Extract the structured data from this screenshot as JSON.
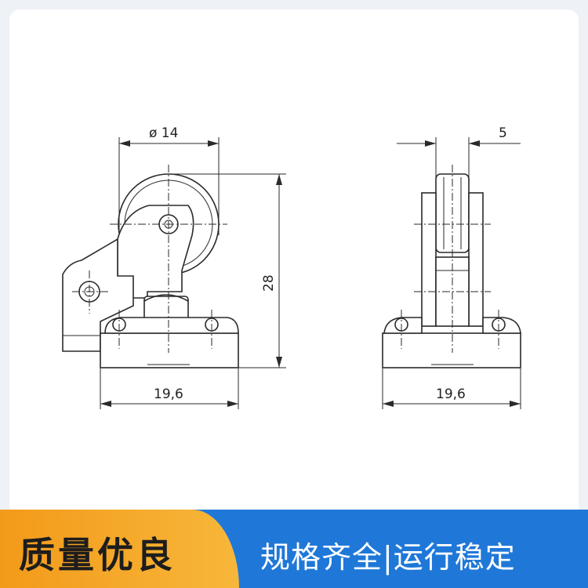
{
  "drawing": {
    "front_view": {
      "diameter_label": "ø 14",
      "height_label": "28",
      "base_width_label": "19,6"
    },
    "side_view": {
      "width_label": "5",
      "base_width_label": "19,6"
    }
  },
  "banner": {
    "left_text": "质量优良",
    "right_text": "规格齐全|运行稳定",
    "left_color": "#f5a623",
    "right_color": "#1f78d8"
  }
}
